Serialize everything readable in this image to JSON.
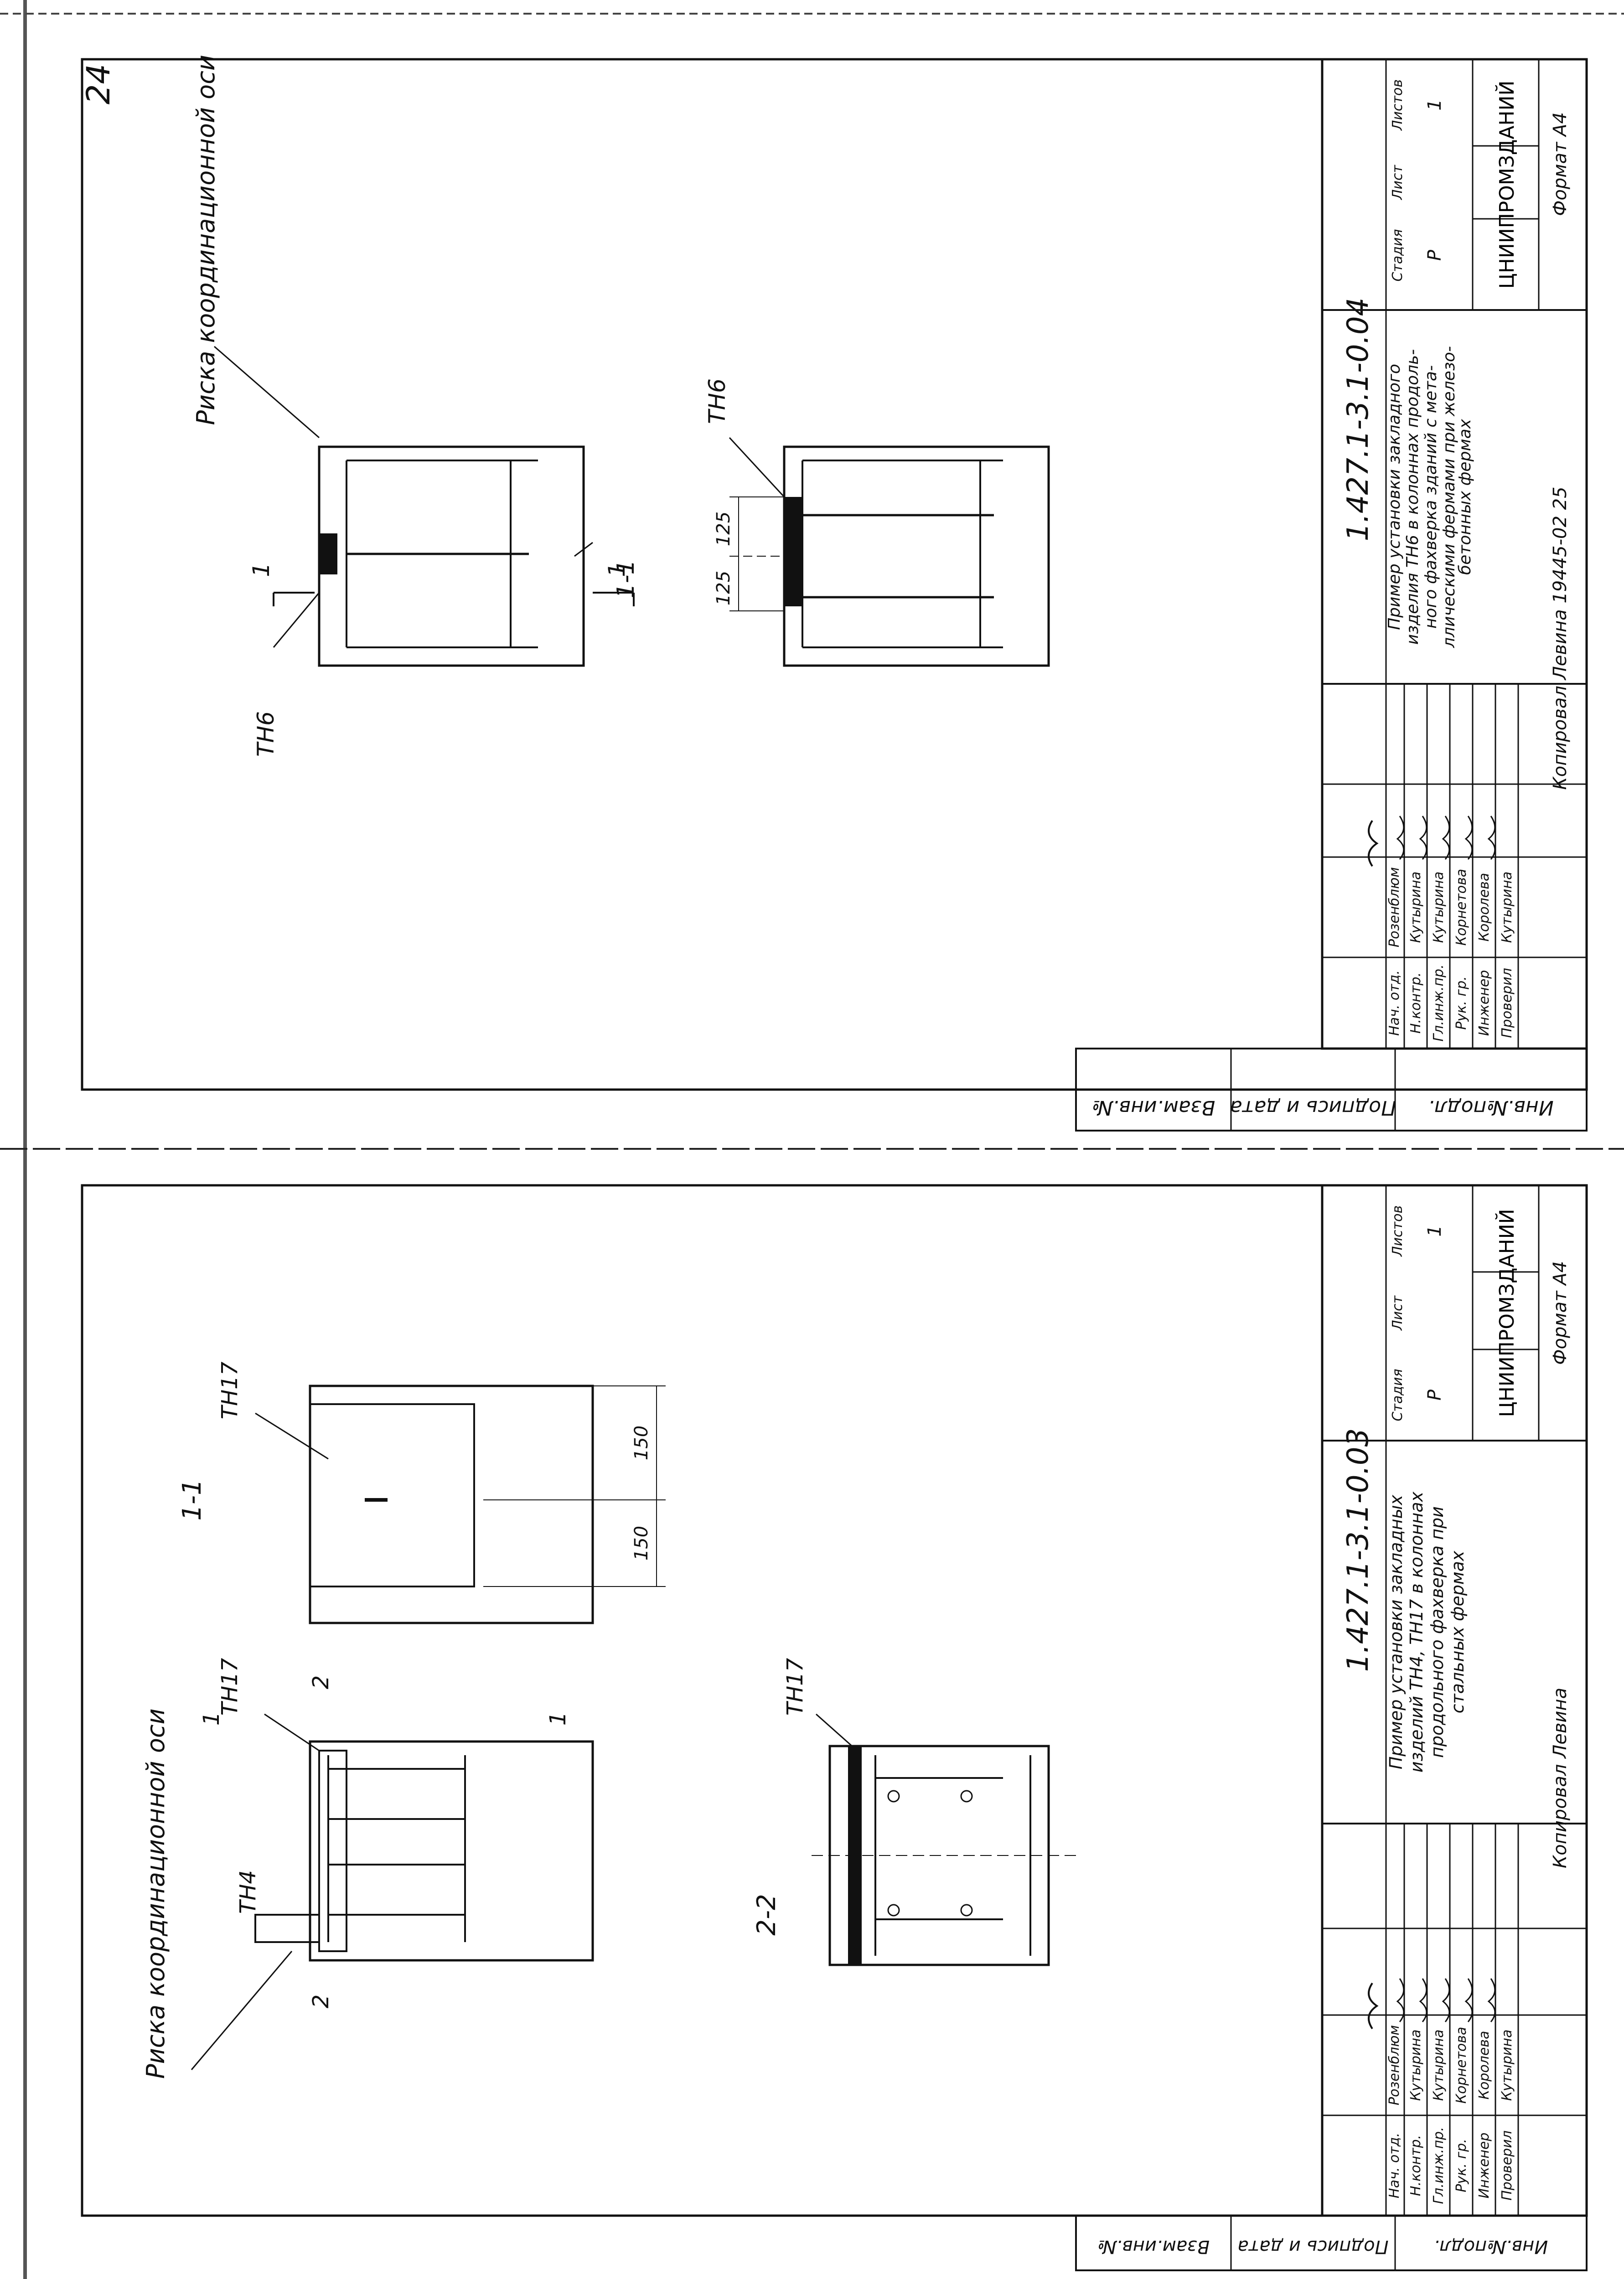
{
  "page_number": "24",
  "upper": {
    "designation": "1.427.1-3.1-0.04",
    "title_lines": [
      "Пример установки закладного",
      "изделия ТН6 в колоннах продоль-",
      "ного фахверка зданий с мета-",
      "ллическими фермами при железо-",
      "бетонных фермах"
    ],
    "stage_hdr": "Стадия",
    "sheet_hdr": "Лист",
    "sheets_hdr": "Листов",
    "stage": "Р",
    "sheet": "",
    "sheets": "1",
    "org": "ЦНИИПРОМЗДАНИЙ",
    "copied": "Копировал  Левина  19445-02  25",
    "format": "Формат А4",
    "axis_label": "Риска координационной оси",
    "section_mark": "1-1",
    "dim_a": "125",
    "dim_b": "125",
    "tn_top": "ТН6",
    "tn_bottom": "ТН6",
    "cut_1a": "1",
    "cut_1b": "1",
    "roles": [
      "Нач. отд.",
      "Н.контр.",
      "Гл.инж.пр.",
      "Рук. гр.",
      "Инженер",
      "Проверил"
    ],
    "names": [
      "Розенблюм",
      "Кутырина",
      "Кутырина",
      "Корнетова",
      "Королева",
      "Кутырина"
    ],
    "signatures": [
      "",
      "",
      "",
      "",
      "",
      ""
    ]
  },
  "lower": {
    "designation": "1.427.1-3.1-0.03",
    "title_lines": [
      "Пример установки закладных",
      "изделий ТН4, ТН17 в колоннах",
      "продольного фахверка при",
      "стальных фермах"
    ],
    "stage_hdr": "Стадия",
    "sheet_hdr": "Лист",
    "sheets_hdr": "Листов",
    "stage": "Р",
    "sheet": "",
    "sheets": "1",
    "org": "ЦНИИПРОМЗДАНИЙ",
    "copied": "Копировал  Левина",
    "format": "Формат А4",
    "axis_label": "Риска координационной оси",
    "section_11": "1-1",
    "section_22": "2-2",
    "dim_a": "150",
    "dim_b": "150",
    "tn17_a": "ТН17",
    "tn17_b": "ТН17",
    "tn17_c": "ТН17",
    "tn4": "ТН4",
    "cut_1a": "1",
    "cut_1b": "1",
    "cut_2a": "2",
    "cut_2b": "2",
    "roles": [
      "Нач. отд.",
      "Н.контр.",
      "Гл.инж.пр.",
      "Рук. гр.",
      "Инженер",
      "Проверил"
    ],
    "names": [
      "Розенблюм",
      "Кутырина",
      "Кутырина",
      "Корнетова",
      "Королева",
      "Кутырина"
    ]
  },
  "side_labels": {
    "inv_orig": "Инв.№подл.",
    "sign_date": "Подпись и дата",
    "inv_swap": "Взам.инв.№"
  }
}
